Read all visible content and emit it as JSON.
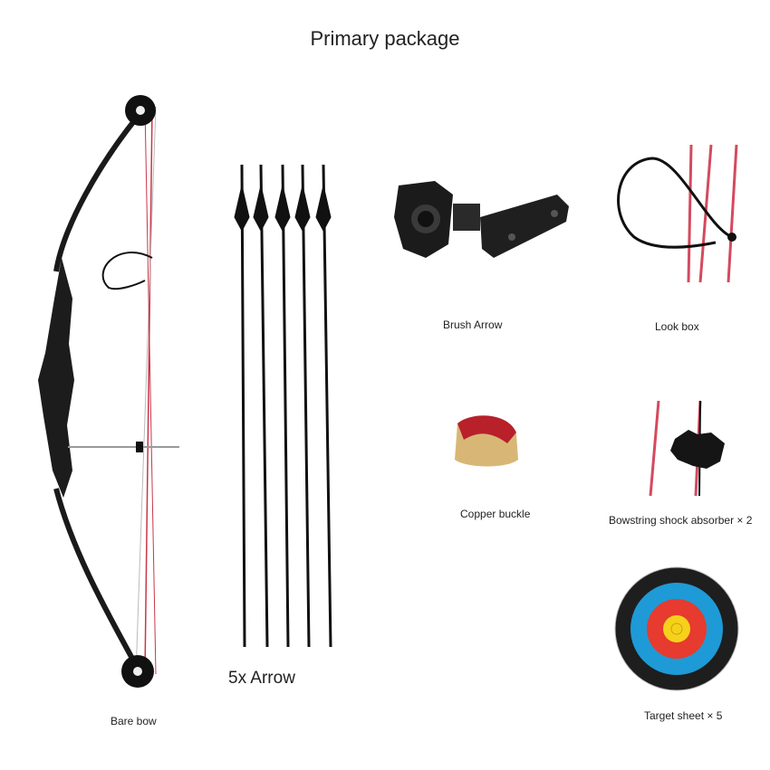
{
  "title": "Primary package",
  "items": [
    {
      "label": "Bare bow",
      "icon": "compound-bow-icon"
    },
    {
      "label": "5x Arrow",
      "icon": "arrows-icon"
    },
    {
      "label": "Brush Arrow",
      "icon": "arrow-rest-icon"
    },
    {
      "label": "Look box",
      "icon": "peep-sight-icon"
    },
    {
      "label": "Copper buckle",
      "icon": "nock-buckle-icon"
    },
    {
      "label": "Bowstring shock absorber × 2",
      "icon": "string-silencer-icon"
    },
    {
      "label": "Target sheet × 5",
      "icon": "target-face-icon"
    }
  ],
  "colors": {
    "bow": "#1a1a1a",
    "string": "#c8374a",
    "target_blue": "#1e9ad6",
    "target_red": "#e63b2e",
    "target_yellow": "#f6d11b"
  }
}
